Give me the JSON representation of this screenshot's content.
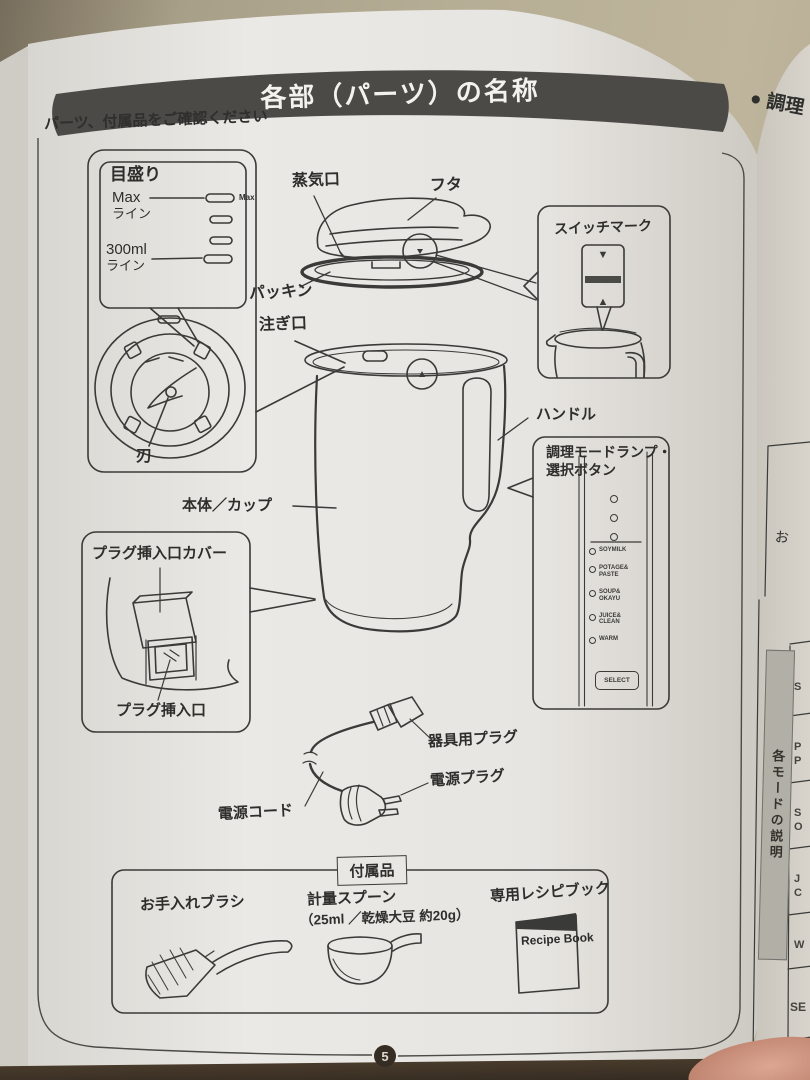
{
  "header": {
    "title": "各部（パーツ）の名称",
    "subtitle": "パーツ、付属品をご確認ください"
  },
  "scale_box": {
    "title": "目盛り",
    "max_line_1": "Max",
    "max_line_2": "ライン",
    "max_mark": "Max",
    "ml300_line_1": "300ml",
    "ml300_line_2": "ライン"
  },
  "part_labels": {
    "blade": "刃",
    "steam_vent": "蒸気口",
    "lid": "フタ",
    "packing": "パッキン",
    "spout": "注ぎ口",
    "switch_mark": "スイッチマーク",
    "handle": "ハンドル",
    "body_cup": "本体／カップ",
    "plug_inlet_cover": "プラグ挿入口カバー",
    "plug_inlet": "プラグ挿入口",
    "appliance_plug": "器具用プラグ",
    "power_plug": "電源プラグ",
    "power_cord": "電源コード"
  },
  "switch_callout": {
    "down": "▼",
    "up": "▲"
  },
  "mode_panel": {
    "title_line_1": "調理モードランプ・",
    "title_line_2": "選択ボタン",
    "modes": [
      "SOYMILK",
      "POTAGE&\nPASTE",
      "SOUP&\nOKAYU",
      "JUICE&\nCLEAN",
      "WARM"
    ],
    "select_button": "SELECT"
  },
  "accessories": {
    "section_title": "付属品",
    "brush": "お手入れブラシ",
    "spoon": "計量スプーン",
    "spoon_detail": "（25ml ／乾燥大豆 約20g）",
    "recipe_book": "専用レシピブック",
    "recipe_cover": "Recipe\nBook"
  },
  "page_number": "5",
  "right_page": {
    "heading_fragment": "● 調理",
    "fragment_o": "お",
    "table_header_vertical": "各モードの説明",
    "row_fragments": [
      "S",
      "P\nP",
      "S\nO",
      "J\nC",
      "W",
      "SE"
    ]
  }
}
